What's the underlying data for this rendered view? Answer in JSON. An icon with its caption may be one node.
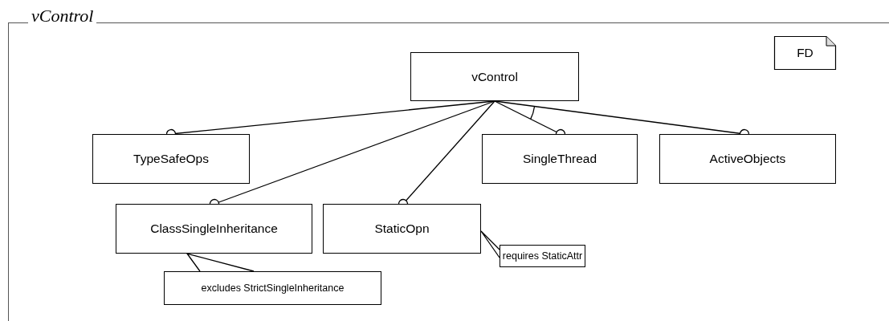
{
  "diagram": {
    "nodes": [
      {
        "text": [
          "vControl"
        ]
      },
      {
        "text": [
          "vControl"
        ],
        "in": 0
      },
      {
        "text": [
          "TypeSafeOps"
        ],
        "in": 0
      },
      {
        "text": [
          "SingleThread"
        ],
        "in": 0
      },
      {
        "text": [
          "ActiveObjects"
        ],
        "in": 0
      },
      {
        "text": [
          "ClassSingleInheritance"
        ],
        "in": 0
      },
      {
        "text": [
          "StaticOpn"
        ],
        "in": 0
      },
      {
        "text": [
          "requires StaticAttr"
        ],
        "in": 0
      },
      {
        "text": [
          "excludes StrictSingleInheritance"
        ],
        "in": 0
      },
      {
        "text": [
          "FD"
        ],
        "in": 0
      }
    ],
    "edges": [
      {
        "from": 1,
        "to": 2,
        "arrow": "other"
      },
      {
        "from": 1,
        "to": 5,
        "arrow": "other"
      },
      {
        "from": 1,
        "to": 6,
        "arrow": "other"
      },
      {
        "from": 1,
        "to": 3,
        "arrow": "other"
      },
      {
        "from": 1,
        "to": 4,
        "arrow": "other"
      },
      {
        "from": 7,
        "to": 6,
        "arrow": "none"
      },
      {
        "from": 8,
        "to": 5,
        "arrow": "none"
      }
    ]
  }
}
